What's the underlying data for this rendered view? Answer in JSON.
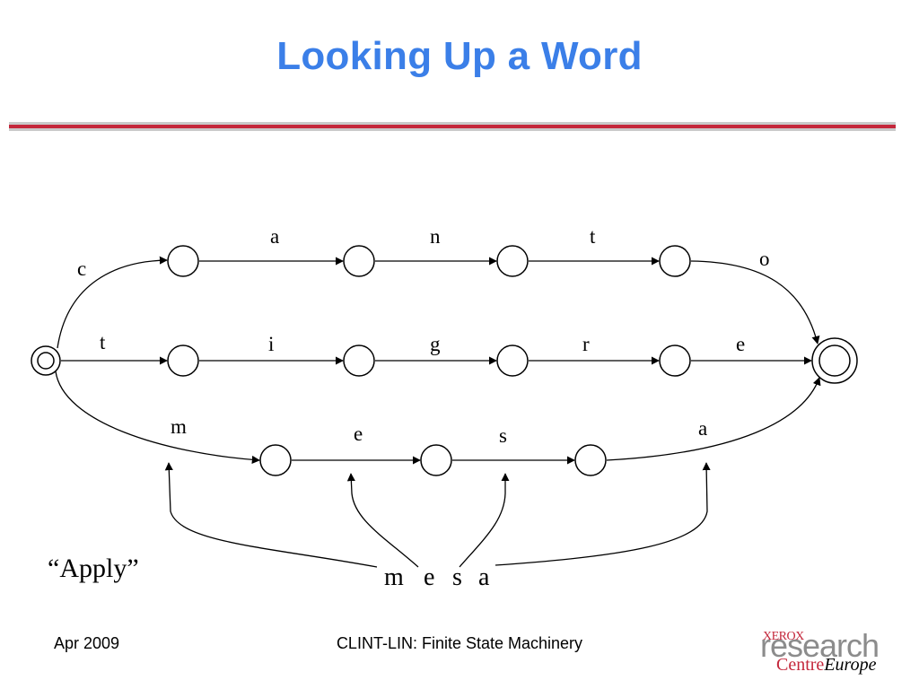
{
  "slide": {
    "title": "Looking Up a Word",
    "footer_date": "Apr 2009",
    "footer_course": "CLINT-LIN: Finite State Machinery"
  },
  "logo": {
    "xerox": "XEROX",
    "research": "research",
    "centre": "Centre",
    "europe": "Europe"
  },
  "colors": {
    "title": "#3b7fe8",
    "rule_red": "#c4273b",
    "rule_grey": "#c9c9c9"
  },
  "diagram": {
    "arc_labels": {
      "c": "c",
      "a": "a",
      "n": "n",
      "t_top": "t",
      "o": "o",
      "t_mid": "t",
      "i": "i",
      "g": "g",
      "r": "r",
      "e_mid": "e",
      "m": "m",
      "e_bot": "e",
      "s": "s",
      "a_bot": "a"
    },
    "apply_label": "“Apply”",
    "input_word": [
      "m",
      "e",
      "s",
      "a"
    ]
  }
}
